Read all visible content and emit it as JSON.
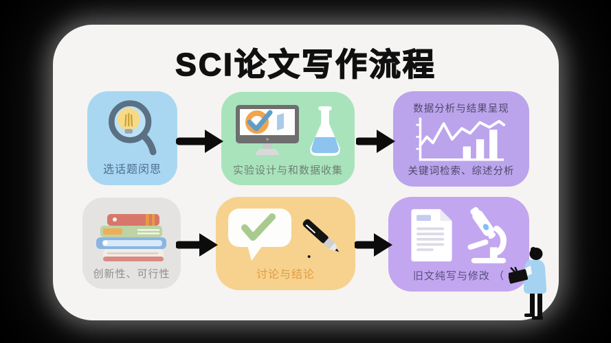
{
  "title": "SCI论文写作流程",
  "boxes": {
    "topic": {
      "label": "选话题闵思"
    },
    "experiment": {
      "label": "实验设计与和数据收集"
    },
    "analysis": {
      "top_label": "数据分析与结果呈现",
      "bottom_label": "关键词检索、综述分析"
    },
    "feasibility": {
      "label": "创新性、可行性"
    },
    "discussion": {
      "label": "讨论与结论"
    },
    "revision": {
      "label": "旧文纯写与修改 （"
    }
  },
  "icons": {
    "topic": "magnifier-lightbulb-icon",
    "experiment": [
      "monitor-checklist-icon",
      "flask-icon"
    ],
    "analysis": "line-bar-chart-icon",
    "feasibility": "book-stack-icon",
    "discussion": [
      "speech-bubble-check-icon",
      "pen-icon"
    ],
    "revision": [
      "document-icon",
      "microscope-icon"
    ],
    "decoration": "researcher-figure-icon",
    "connector": "right-arrow-icon"
  },
  "colors": {
    "background": "#000000",
    "card": "#f5f4f2",
    "box_blue": "#a9d7f2",
    "box_green": "#a9e3bc",
    "box_purple_top": "#bba4ec",
    "box_gray": "#e4e3e1",
    "box_yellow": "#f6d28e",
    "box_purple_bottom": "#c3a6f0",
    "arrow": "#0c0c0c",
    "title_text": "#101010",
    "accent_orange": "#e29b40"
  }
}
